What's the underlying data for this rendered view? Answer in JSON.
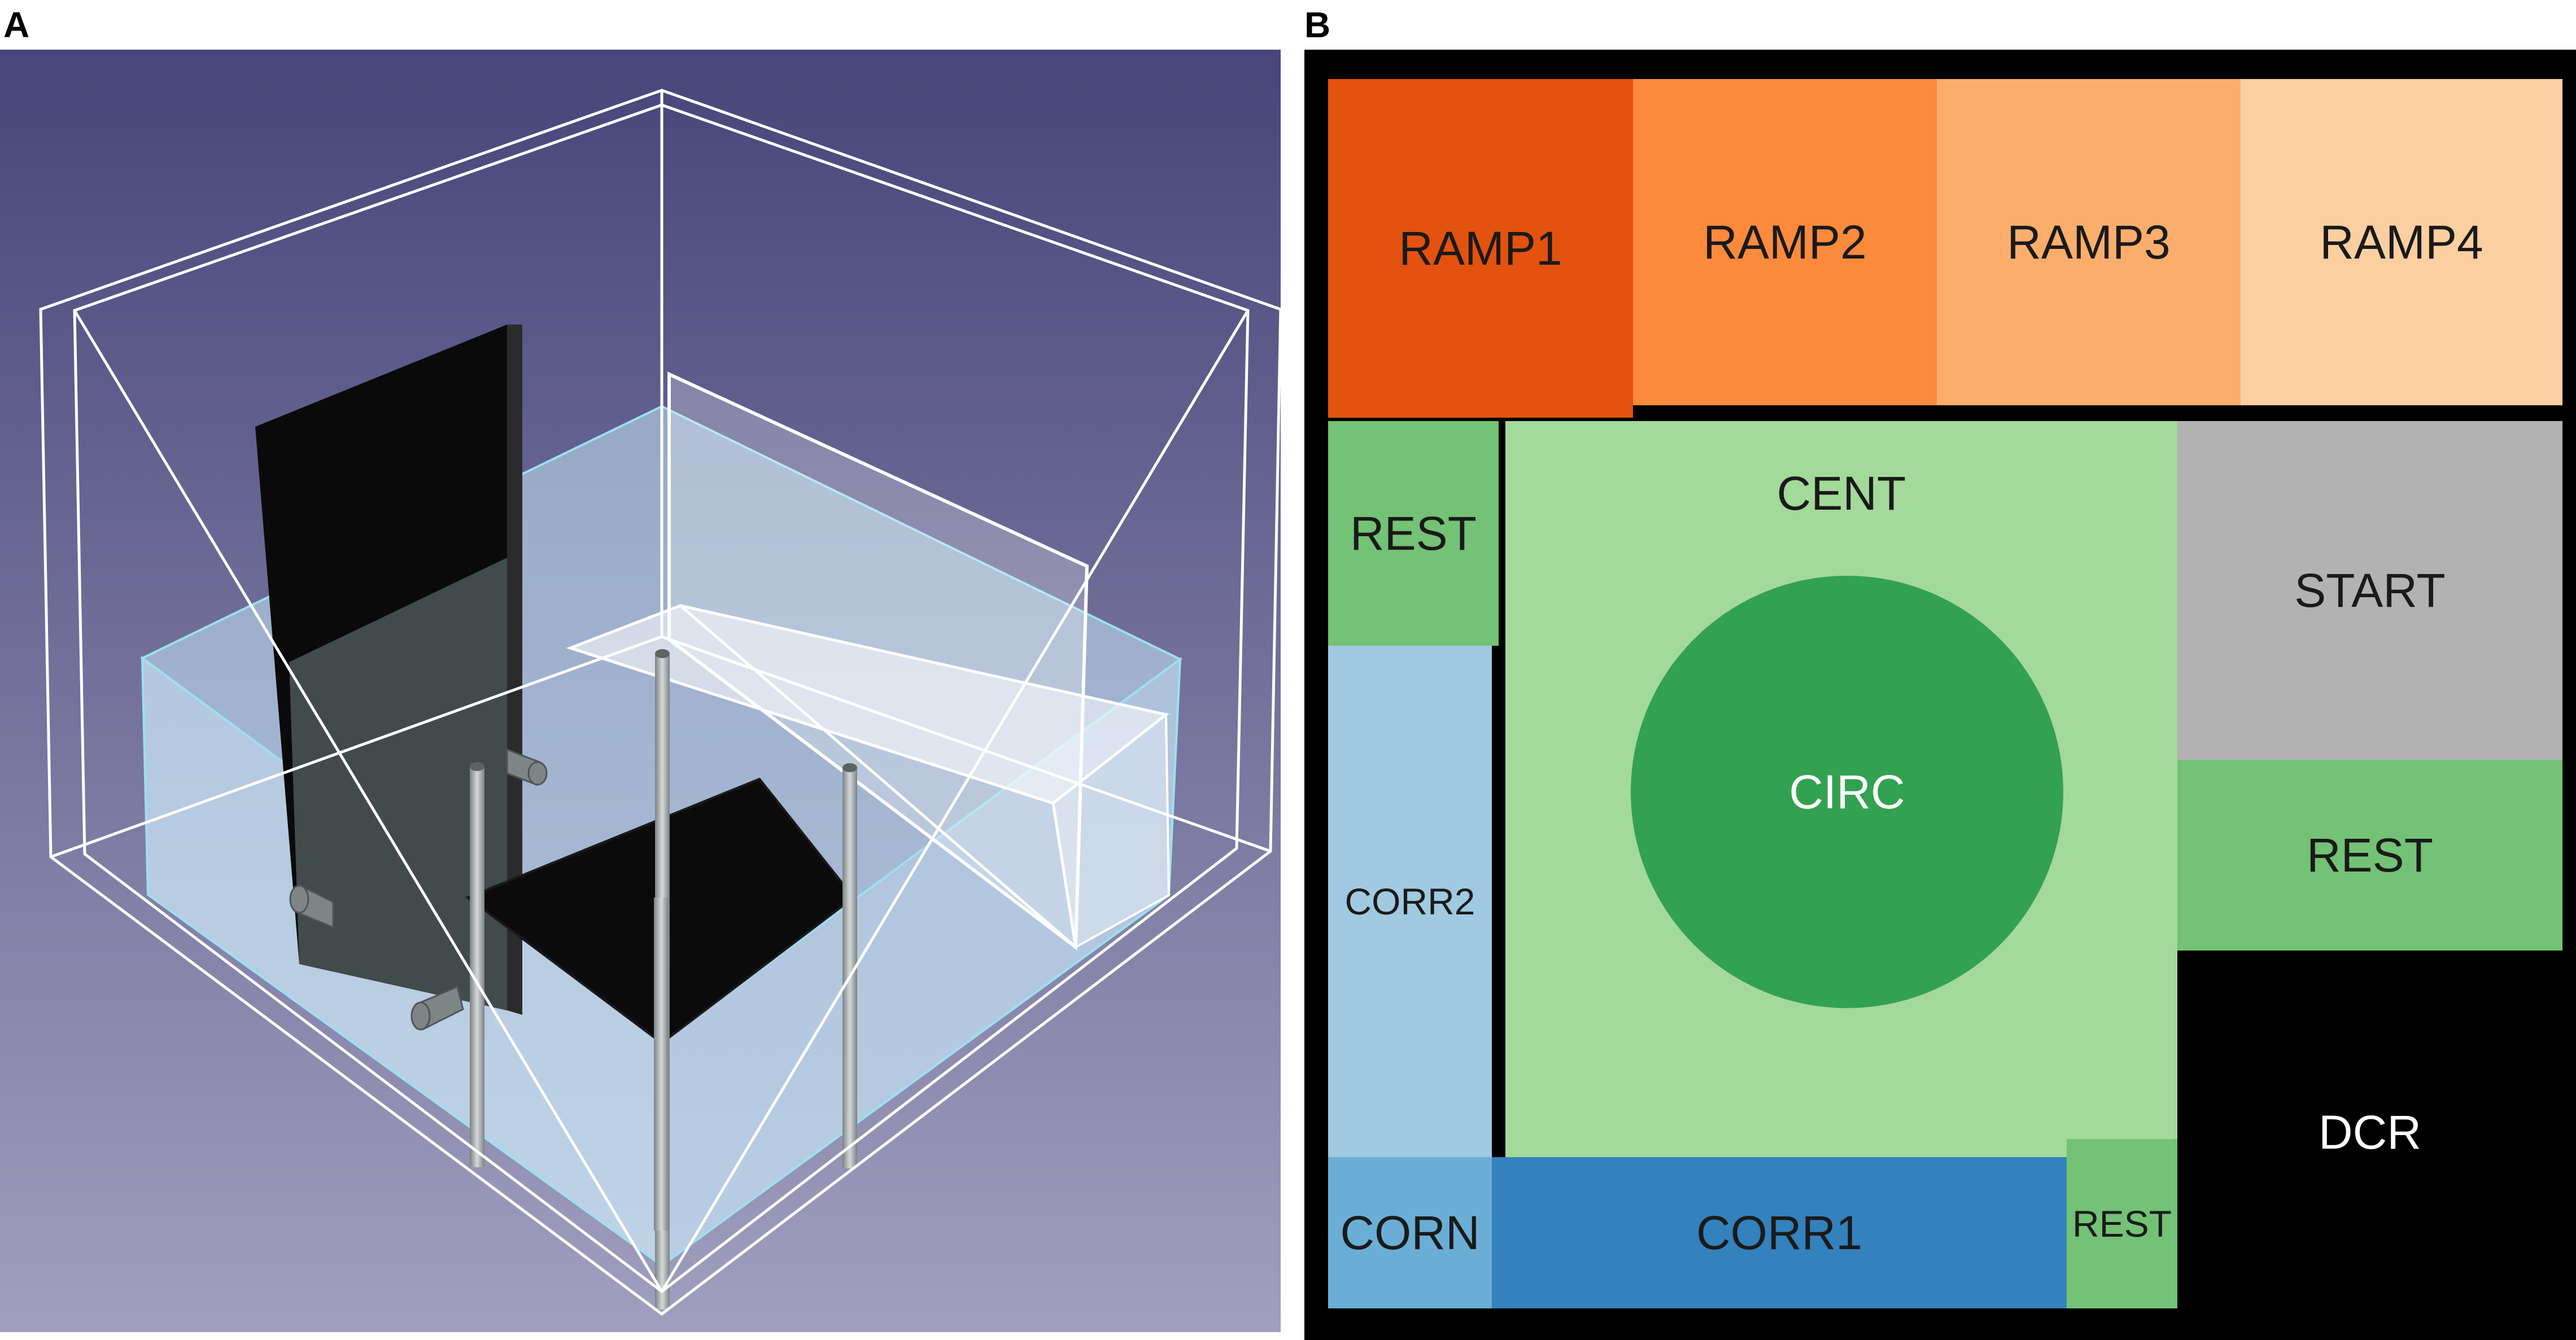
{
  "panel_a": {
    "label": "A",
    "colors": {
      "background_top": "#474579",
      "background_bottom": "#a19ebe",
      "water": "#c4e7f7",
      "water_edge": "#9ce0f0",
      "frame": "#ffffff",
      "wall": "#0a0a0a",
      "platform": "#0b0b0b",
      "pole": "#a8aeb0"
    },
    "icons": [
      "aquarium-box",
      "black-wall-panel",
      "transparent-ramp",
      "black-platform",
      "support-poles",
      "side-pegs"
    ]
  },
  "panel_b": {
    "label": "B",
    "zones": {
      "ramp1": {
        "label": "RAMP1",
        "color": "#e3520e"
      },
      "ramp2": {
        "label": "RAMP2",
        "color": "#fb8a3c"
      },
      "ramp3": {
        "label": "RAMP3",
        "color": "#fbae6c"
      },
      "ramp4": {
        "label": "RAMP4",
        "color": "#fbcfa0"
      },
      "rest_top_left": {
        "label": "REST",
        "color": "#73c275"
      },
      "cent": {
        "label": "CENT",
        "color": "#a3d99a"
      },
      "circ": {
        "label": "CIRC",
        "color": "#33a152"
      },
      "start": {
        "label": "START",
        "color": "#b2b2b2"
      },
      "rest_right": {
        "label": "REST",
        "color": "#73c275"
      },
      "corr2": {
        "label": "CORR2",
        "color": "#9fcae1"
      },
      "dcr": {
        "label": "DCR",
        "color": "#000000"
      },
      "corn": {
        "label": "CORN",
        "color": "#6aaed6"
      },
      "corr1": {
        "label": "CORR1",
        "color": "#3381bd"
      },
      "rest_bottom": {
        "label": "REST",
        "color": "#73c275"
      }
    }
  }
}
